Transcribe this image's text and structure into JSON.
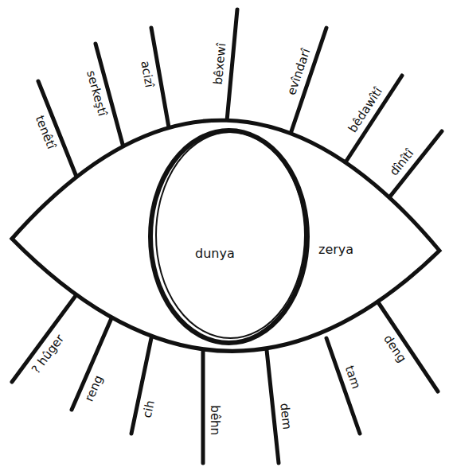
{
  "diagram": {
    "nodes": [
      {
        "text": [
          "zerya"
        ]
      },
      {
        "text": [
          "dunya"
        ],
        "in": 0
      }
    ],
    "labels": [
      "tenêtî",
      "serkeştî",
      "acizî",
      "bêxewî",
      "evîndarî",
      "bêdawîtî",
      "dînîtî",
      "? hûger",
      "reng",
      "cih",
      "bêhn",
      "dem",
      "tam",
      "deng"
    ]
  }
}
